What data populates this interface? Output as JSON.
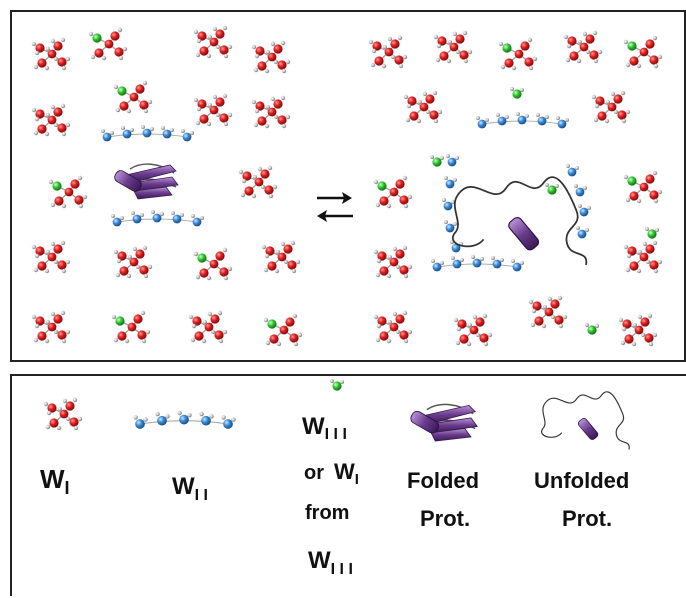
{
  "scene": {
    "equilibrium_symbol": "⇌"
  },
  "legend": {
    "w1": {
      "main": "W",
      "sub": "I"
    },
    "w2": {
      "main": "W",
      "sub": "I I"
    },
    "w3": {
      "line1_main": "W",
      "line1_sub": "I I I",
      "line2_prefix": "or",
      "line2_main": "W",
      "line2_sub": "I",
      "line3": "from",
      "line4_main": "W",
      "line4_sub": "I I I"
    },
    "folded": {
      "line1": "Folded",
      "line2": "Prot."
    },
    "unfolded": {
      "line1": "Unfolded",
      "line2": "Prot."
    }
  },
  "colors": {
    "oxygen_red": "#d01818",
    "hydrogen_grey": "#b8b8b8",
    "blue_water": "#3a8ad8",
    "green_water": "#30c830",
    "protein_purple": "#6a3b8c",
    "border": "#222222"
  }
}
